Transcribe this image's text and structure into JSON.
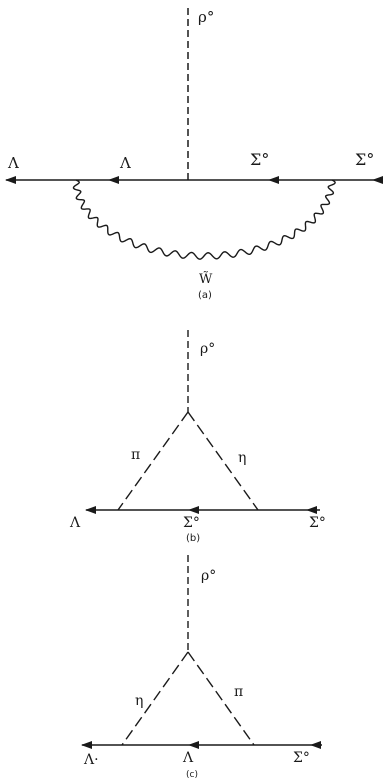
{
  "diagram_a": {
    "label_rho": "ρ°",
    "label_lambda_out": "Λ",
    "label_lambda_in": "Λ",
    "label_sigma_in": "Σ°",
    "label_sigma_out": "Σ°",
    "label_w": "W̃",
    "caption": "(a)"
  },
  "diagram_b": {
    "label_rho": "ρ°",
    "label_pi": "π",
    "label_eta": "η",
    "label_lambda": "Λ",
    "label_sigma_mid": "Σ°",
    "label_sigma_out": "Σ°",
    "caption": "(b)"
  },
  "diagram_c": {
    "label_rho": "ρ°",
    "label_eta": "η",
    "label_pi": "π",
    "label_lambda_out": "Λ·",
    "label_lambda_mid": "Λ",
    "label_sigma": "Σ°",
    "caption": "(c)"
  }
}
